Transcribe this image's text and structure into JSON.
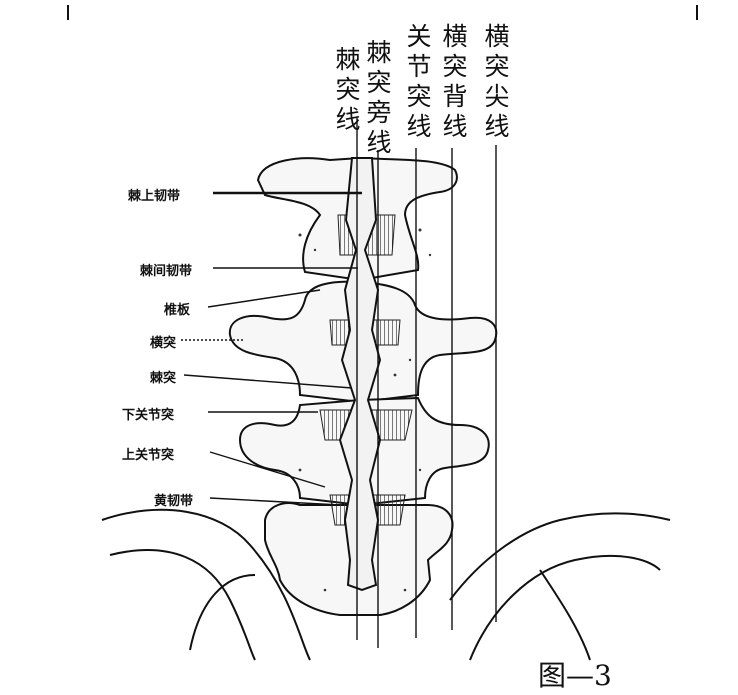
{
  "top_labels": [
    "棘突线",
    "棘突旁线",
    "关节突线",
    "横突背线",
    "横突尖线"
  ],
  "left_labels": [
    "棘上韧带",
    "棘间韧带",
    "椎板",
    "横突",
    "棘突",
    "下关节突",
    "上关节突",
    "黄韧带"
  ],
  "caption": "图—3",
  "colors": {
    "ink": "#111111",
    "bone_fill": "#f7f7f7",
    "hatch": "#444444",
    "background": "#ffffff"
  }
}
